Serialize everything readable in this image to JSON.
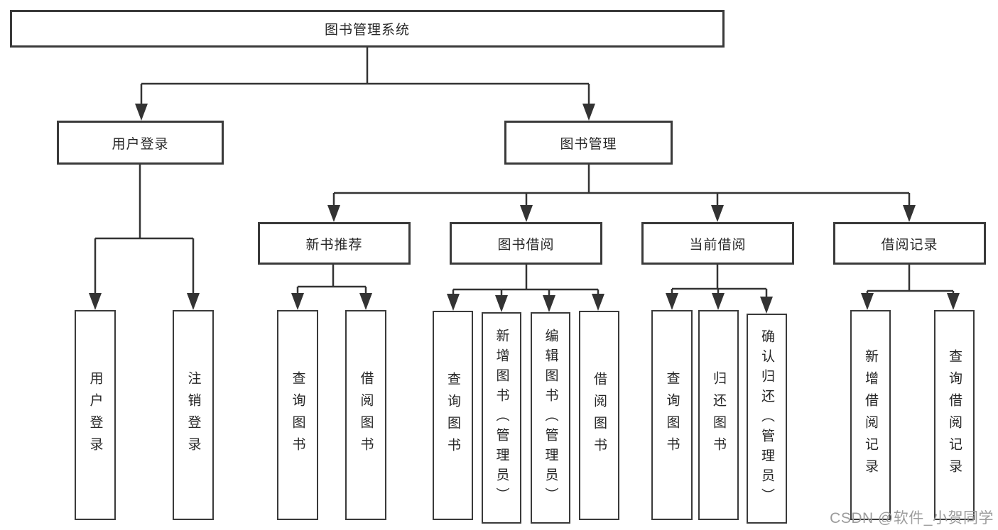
{
  "diagram": {
    "root": {
      "label": "图书管理系统"
    },
    "branches": [
      {
        "label": "用户登录",
        "children": [
          {
            "label": "用户登录"
          },
          {
            "label": "注销登录"
          }
        ]
      },
      {
        "label": "图书管理",
        "children": [
          {
            "label": "新书推荐",
            "children": [
              {
                "label": "查询图书"
              },
              {
                "label": "借阅图书"
              }
            ]
          },
          {
            "label": "图书借阅",
            "children": [
              {
                "label": "查询图书"
              },
              {
                "label": "新增图书（管理员）"
              },
              {
                "label": "编辑图书（管理员）"
              },
              {
                "label": "借阅图书"
              }
            ]
          },
          {
            "label": "当前借阅",
            "children": [
              {
                "label": "查询图书"
              },
              {
                "label": "归还图书"
              },
              {
                "label": "确认归还（管理员）"
              }
            ]
          },
          {
            "label": "借阅记录",
            "children": [
              {
                "label": "新增借阅记录"
              },
              {
                "label": "查询借阅记录"
              }
            ]
          }
        ]
      }
    ]
  },
  "watermark": {
    "text": "CSDN @软件_小贺同学"
  },
  "colors": {
    "line": "#333333",
    "box_border": "#3a3a3a",
    "text": "#262626",
    "watermark": "#9c9c9c",
    "background": "#ffffff"
  }
}
